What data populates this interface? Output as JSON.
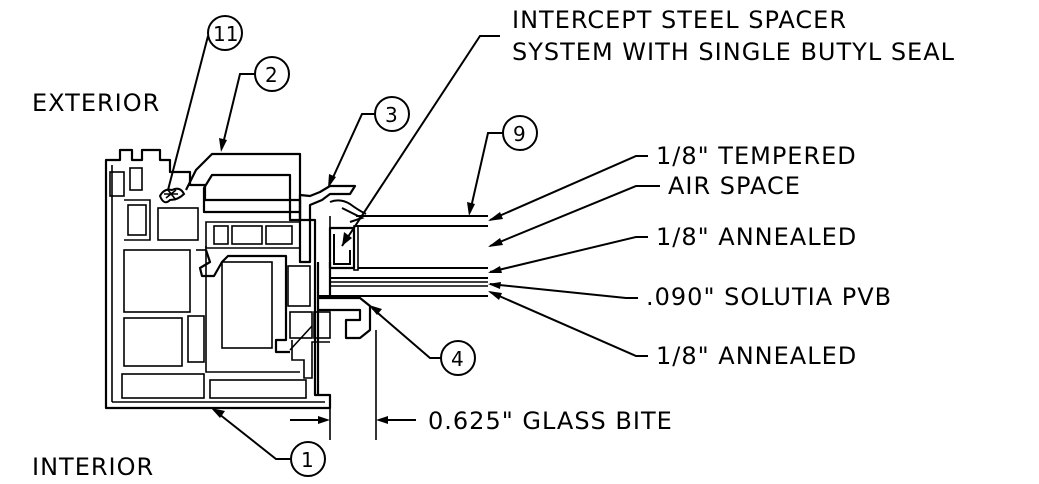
{
  "labels": {
    "exterior": "EXTERIOR",
    "interior": "INTERIOR",
    "spacer_line1": "INTERCEPT STEEL SPACER",
    "spacer_line2": "SYSTEM WITH SINGLE BUTYL SEAL",
    "tempered": "1/8\" TEMPERED",
    "air_space": "AIR SPACE",
    "annealed_top": "1/8\" ANNEALED",
    "pvb": ".090\" SOLUTIA PVB",
    "annealed_bottom": "1/8\" ANNEALED",
    "glass_bite": "0.625\" GLASS BITE"
  },
  "callouts": {
    "c1": "1",
    "c2": "2",
    "c3": "3",
    "c4": "4",
    "c9": "9",
    "c11": "11"
  },
  "colors": {
    "line": "#000000",
    "background": "#ffffff"
  }
}
